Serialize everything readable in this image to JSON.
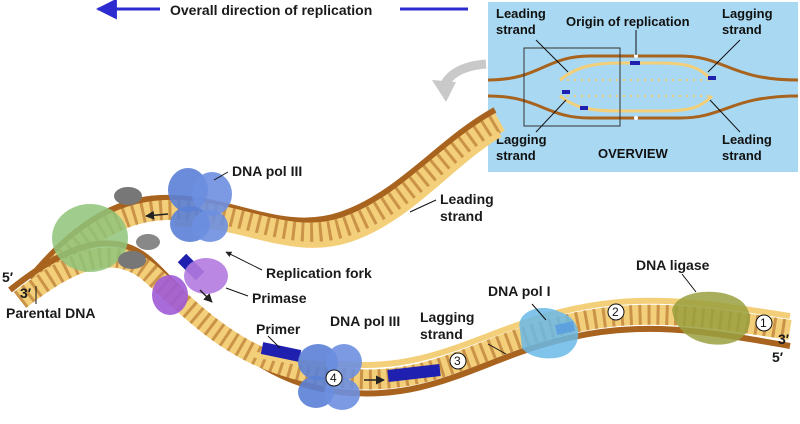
{
  "header": {
    "direction_label": "Overall direction of replication"
  },
  "overview": {
    "title": "OVERVIEW",
    "origin_label": "Origin of replication",
    "top_left": [
      "Leading",
      "strand"
    ],
    "top_right": [
      "Lagging",
      "strand"
    ],
    "bottom_left": [
      "Lagging",
      "strand"
    ],
    "bottom_right": [
      "Leading",
      "strand"
    ]
  },
  "labels": {
    "dna_pol_iii_top": "DNA pol III",
    "leading_strand": [
      "Leading",
      "strand"
    ],
    "replication_fork": "Replication fork",
    "primase": "Primase",
    "parental_dna": "Parental DNA",
    "primer": "Primer",
    "dna_pol_iii_bottom": "DNA pol III",
    "lagging_strand": [
      "Lagging",
      "strand"
    ],
    "dna_pol_i": "DNA pol I",
    "dna_ligase": "DNA ligase",
    "five_prime_left": "5′",
    "three_prime_left": "3′",
    "three_prime_right": "3′",
    "five_prime_right": "5′"
  },
  "steps": [
    "1",
    "2",
    "3",
    "4"
  ],
  "colors": {
    "parental_strand": "#a8631f",
    "new_strand": "#f3cf7a",
    "primer": "#2020b0",
    "pol_iii": "#5a7fd6",
    "helicase": "#8fc47a",
    "primase": "#a05ad6",
    "ssb": "#777777",
    "pol_i": "#6ab8e8",
    "ligase": "#9aa040",
    "overview_bg": "#a9d9f2",
    "arrow": "#2b2bd0"
  }
}
